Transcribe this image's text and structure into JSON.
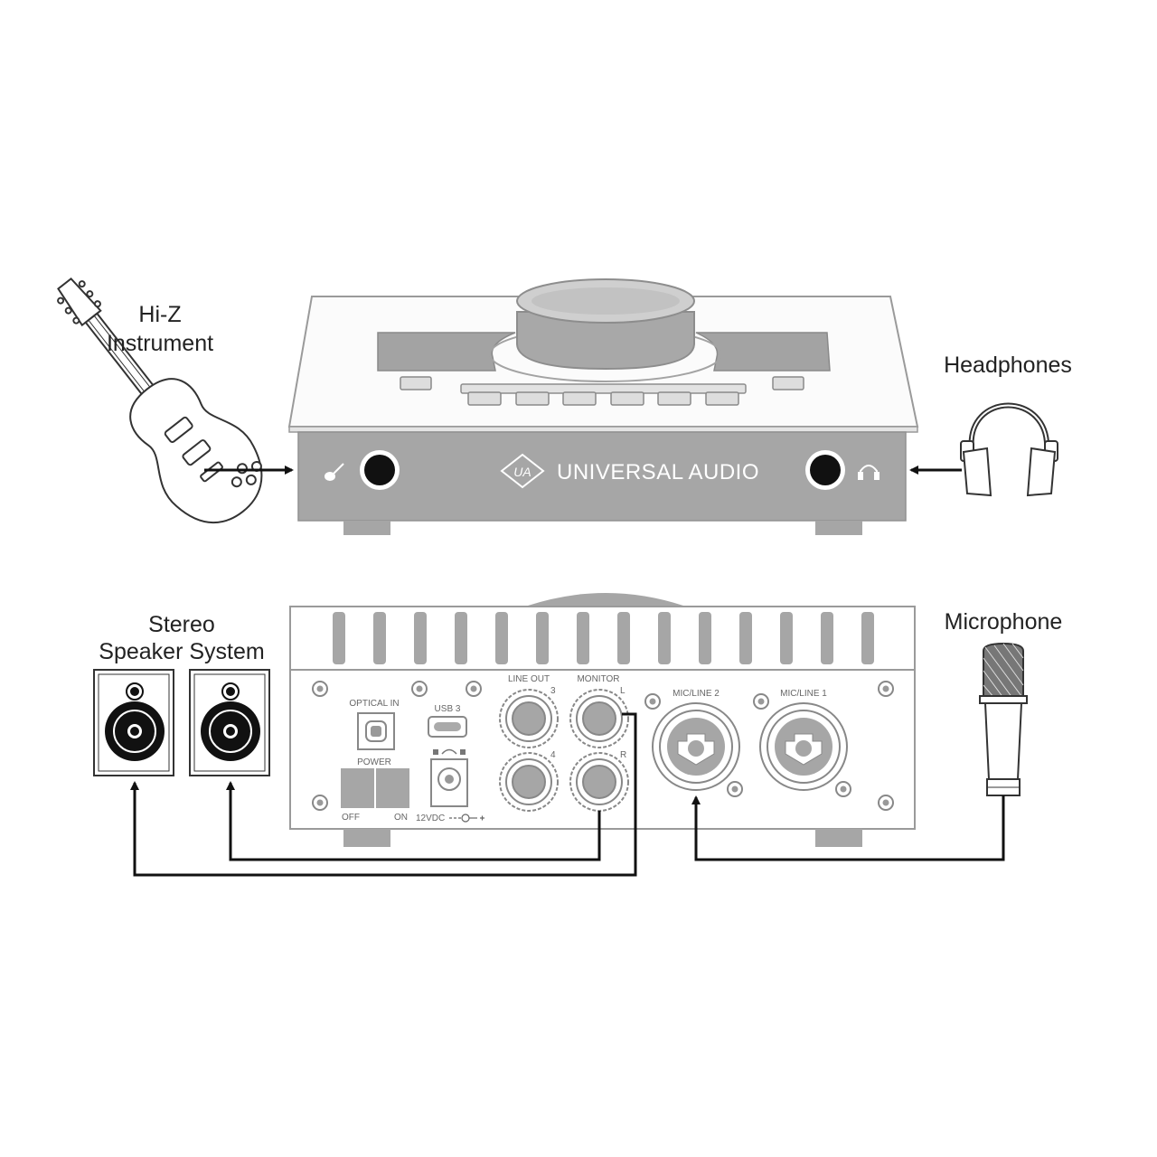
{
  "labels": {
    "hiz_line1": "Hi-Z",
    "hiz_line2": "Instrument",
    "headphones": "Headphones",
    "stereo_line1": "Stereo",
    "stereo_line2": "Speaker System",
    "microphone": "Microphone"
  },
  "front_panel": {
    "brand": "UNIVERSAL AUDIO"
  },
  "rear_panel": {
    "optical_in": "OPTICAL IN",
    "usb": "USB 3",
    "line_out": "LINE OUT",
    "monitor": "MONITOR",
    "line_out_3": "3",
    "line_out_4": "4",
    "monitor_l": "L",
    "monitor_r": "R",
    "power": "POWER",
    "off": "OFF",
    "on": "ON",
    "dc": "12VDC",
    "mic_line_2": "MIC/LINE 2",
    "mic_line_1": "MIC/LINE 1"
  },
  "colors": {
    "device_gray": "#a6a6a6",
    "device_dark": "#8f8f8f",
    "outline_gray": "#9a9a9a",
    "cable": "#111111"
  }
}
